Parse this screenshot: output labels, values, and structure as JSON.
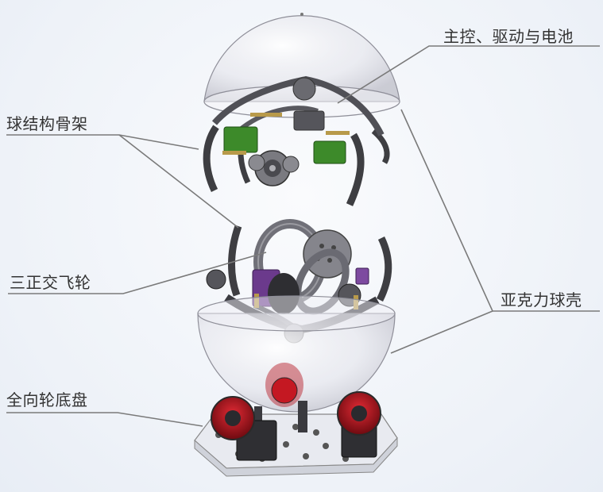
{
  "labels": {
    "control": "主控、驱动与电池",
    "frame": "球结构骨架",
    "wheels": "三正交飞轮",
    "shell": "亚克力球壳",
    "chassis": "全向轮底盘"
  },
  "colors": {
    "leader": "#7a7a7a",
    "shell": "#c9c9d3",
    "frame": "#4a4a4e",
    "green_part": "#3d8a2a",
    "purple_part": "#6b3a8c",
    "wheel_red": "#b3121c",
    "plate": "#e6e8ee"
  }
}
